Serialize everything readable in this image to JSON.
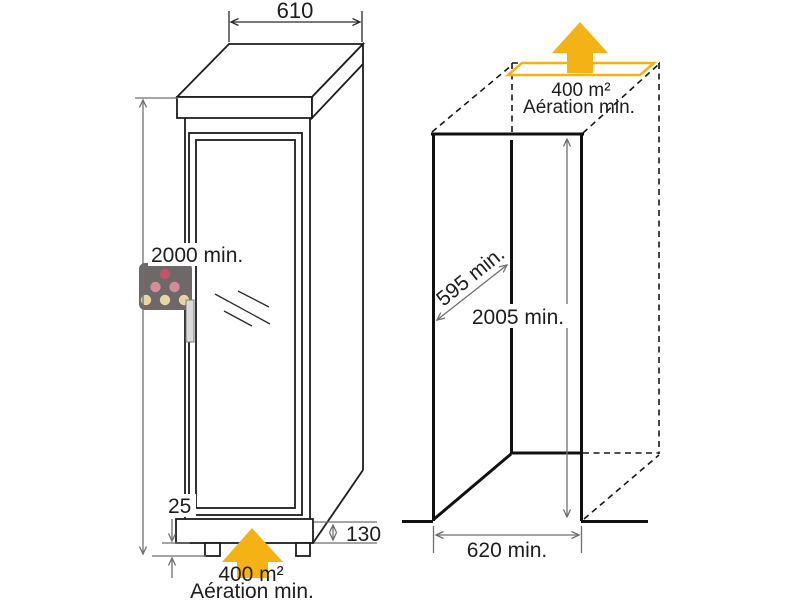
{
  "diagram": {
    "type": "installation-dimensions",
    "left_figure": {
      "name": "wine-cabinet",
      "dim_top_width": "610",
      "dim_height": "2000 min.",
      "dim_foot_height": "25",
      "dim_base_height": "130",
      "vent_area": "400 m²",
      "vent_caption": "Aération min."
    },
    "right_figure": {
      "name": "installation-niche",
      "dim_depth": "595 min.",
      "dim_height": "2005 min.",
      "dim_width": "620 min.",
      "vent_area": "400 m²",
      "vent_caption": "Aération min."
    },
    "colors": {
      "accent_yellow": "#F4B214",
      "line_black": "#1c1c1c",
      "dimension_gray": "#6f6f6f",
      "panel_gray": "#6e6868",
      "handle_gray": "#d9d9d9",
      "led_top": "#c2536b",
      "led_middle": "#d38d9a",
      "led_bottom": "#e9d5a1"
    }
  }
}
